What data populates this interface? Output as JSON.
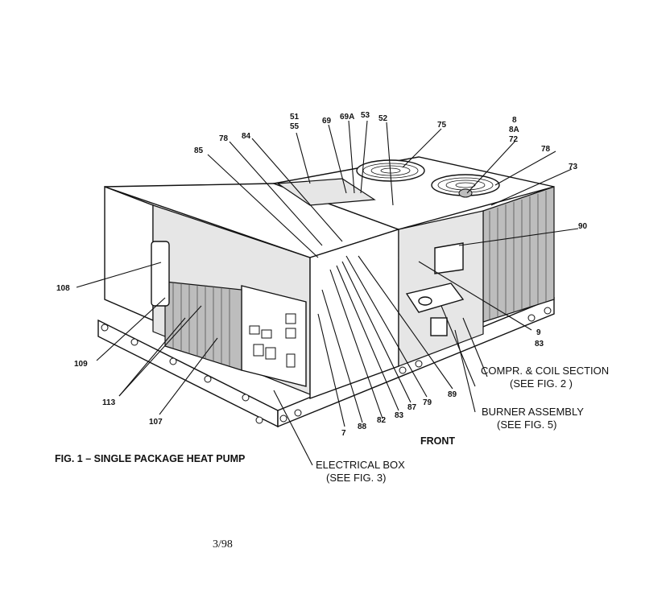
{
  "figure": {
    "caption": "FIG. 1 – SINGLE PACKAGE HEAT PUMP",
    "front_label": "FRONT",
    "page_code": "3/98"
  },
  "sections": {
    "compressor": {
      "line1": "COMPR. & COIL SECTION",
      "line2": "(SEE FIG. 2 )"
    },
    "burner": {
      "line1": "BURNER ASSEMBLY",
      "line2": "(SEE FIG. 5)"
    },
    "electrical": {
      "line1": "ELECTRICAL BOX",
      "line2": "(SEE FIG. 3)"
    }
  },
  "callouts": {
    "c51": "51",
    "c55": "55",
    "c69": "69",
    "c69a": "69A",
    "c53": "53",
    "c52": "52",
    "c75": "75",
    "c8": "8",
    "c8a": "8A",
    "c72": "72",
    "c78b": "78",
    "c73": "73",
    "c90": "90",
    "c85": "85",
    "c78": "78",
    "c84": "84",
    "c108": "108",
    "c109": "109",
    "c113": "113",
    "c107": "107",
    "c9": "9",
    "c83r": "83",
    "c89": "89",
    "c79": "79",
    "c87": "87",
    "c83": "83",
    "c82": "82",
    "c88": "88",
    "c7": "7"
  }
}
